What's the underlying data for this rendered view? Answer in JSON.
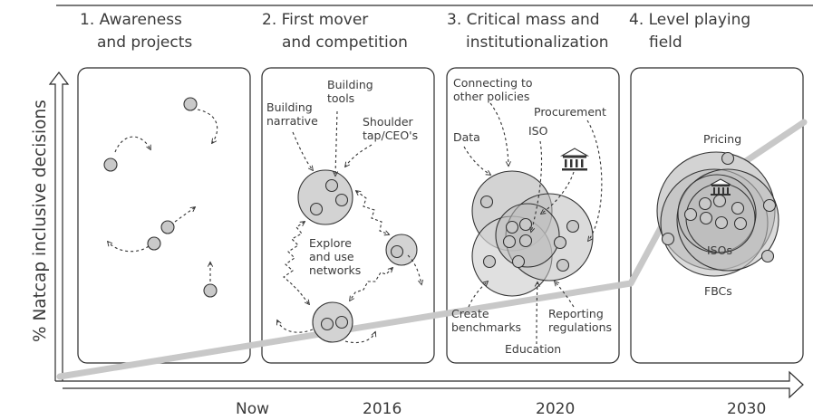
{
  "phases": [
    {
      "line1": "1. Awareness",
      "line2": "and projects"
    },
    {
      "line1": "2. First mover",
      "line2": "and competition"
    },
    {
      "line1": "3. Critical mass and",
      "line2": "institutionalization"
    },
    {
      "line1": "4. Level playing",
      "line2": "field"
    }
  ],
  "y_axis_label": "% Natcap inclusive decisions",
  "timeline": [
    "Now",
    "2016",
    "2020",
    "2030"
  ],
  "phase2": {
    "building_narrative": [
      "Building",
      "narrative"
    ],
    "building_tools": [
      "Building",
      "tools"
    ],
    "shoulder_tap": [
      "Shoulder",
      "tap/CEO's"
    ],
    "explore": [
      "Explore",
      "and use",
      "networks"
    ]
  },
  "phase3": {
    "connecting": [
      "Connecting to",
      "other policies"
    ],
    "procurement": "Procurement",
    "data": "Data",
    "iso": "ISO",
    "create_benchmarks": [
      "Create",
      "benchmarks"
    ],
    "reporting": [
      "Reporting",
      "regulations"
    ],
    "education": "Education"
  },
  "phase4": {
    "pricing": "Pricing",
    "isos": "ISOs",
    "fbcs": "FBCs"
  },
  "icons": [
    "institution-icon",
    "arrow-icon"
  ],
  "colors": {
    "line": "#2b2b2b",
    "trend": "#c8c8c8",
    "node": "#c9c9c9"
  }
}
